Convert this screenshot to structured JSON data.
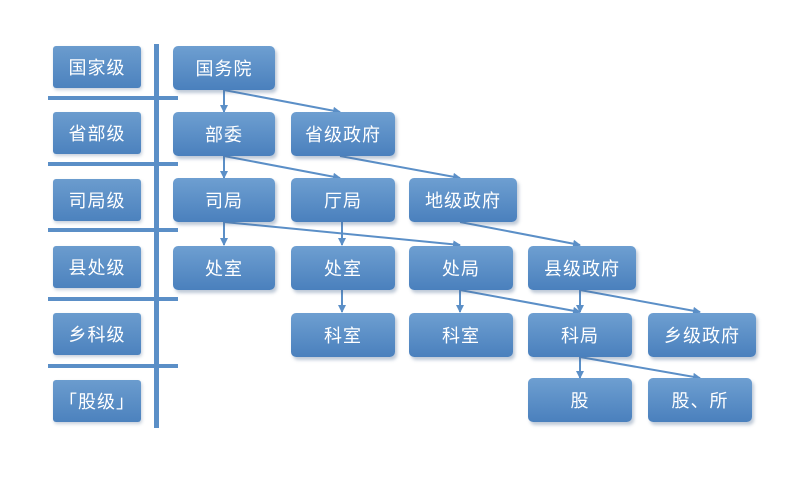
{
  "levels": [
    "国家级",
    "省部级",
    "司局级",
    "县处级",
    "乡科级",
    "「股级」"
  ],
  "nodes": {
    "guowuyuan": "国务院",
    "buwei": "部委",
    "shengji_zhengfu": "省级政府",
    "siju": "司局",
    "tingju": "厅局",
    "diji_zhengfu": "地级政府",
    "chushi_1": "处室",
    "chushi_2": "处室",
    "chuju": "处局",
    "xianji_zhengfu": "县级政府",
    "keshi_1": "科室",
    "keshi_2": "科室",
    "keju": "科局",
    "xiangji_zhengfu": "乡级政府",
    "gu": "股",
    "gu_suo": "股、所"
  },
  "colors": {
    "box_fill": "#5b8fc7",
    "connector": "#5b8fc7"
  }
}
